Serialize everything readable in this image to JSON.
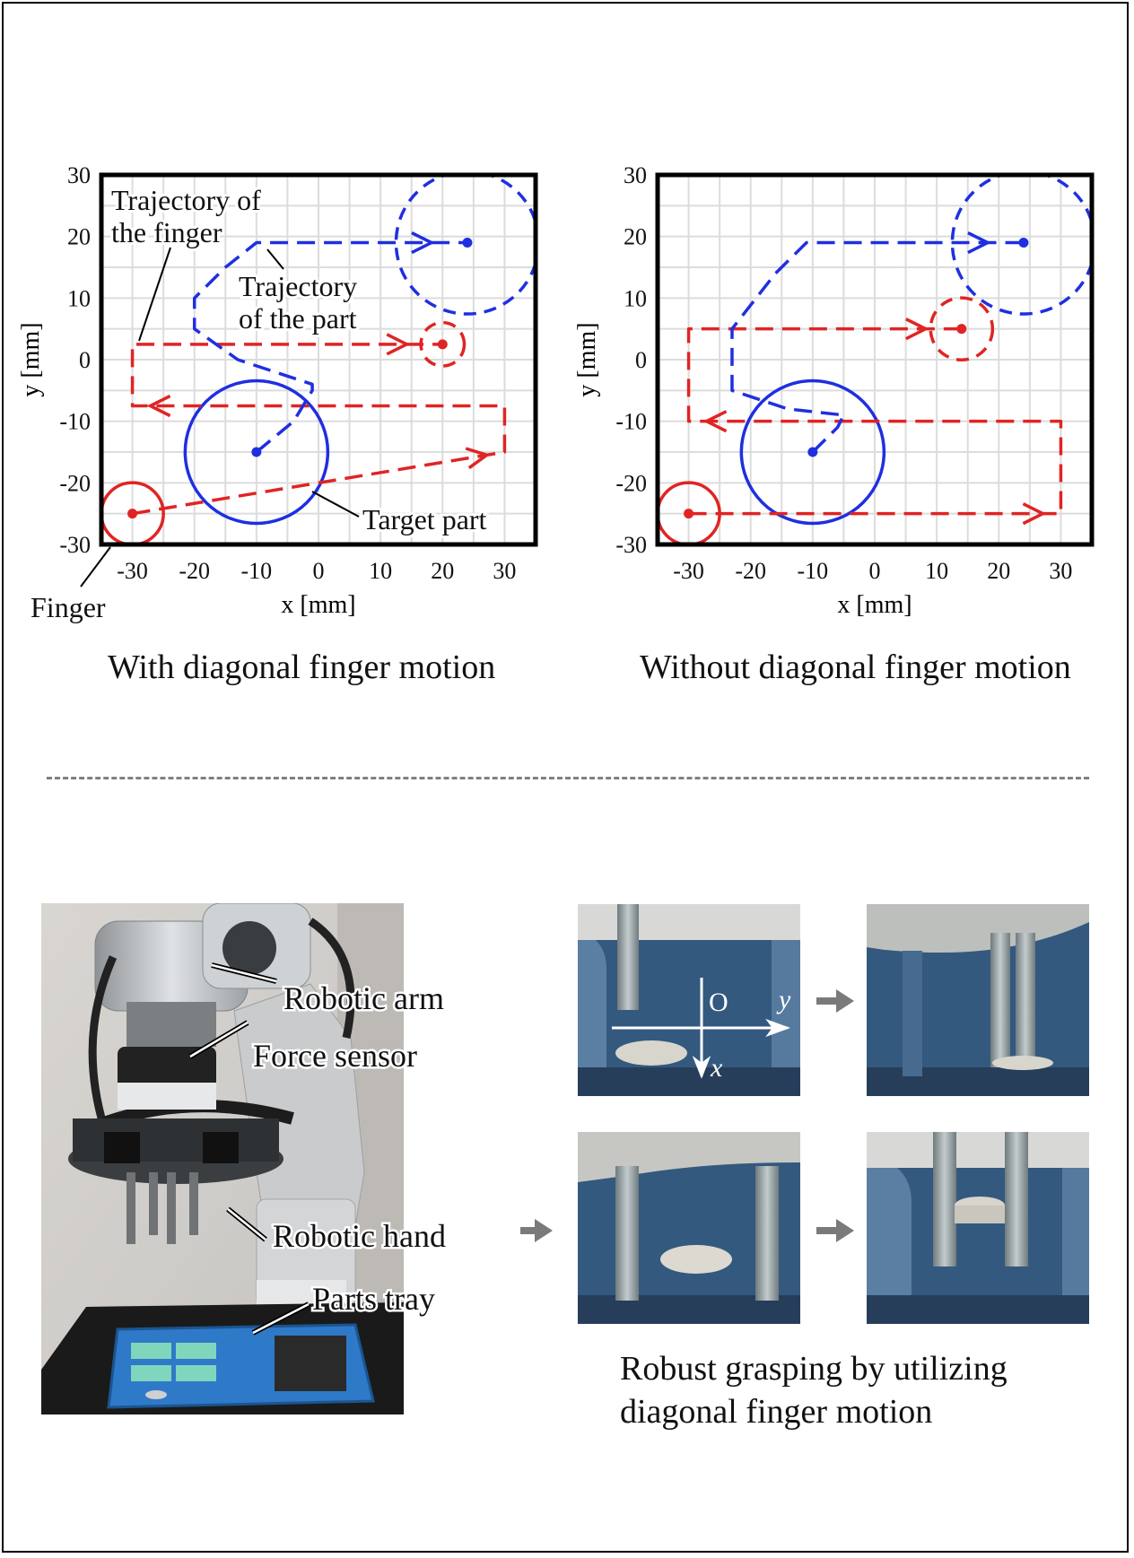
{
  "colors": {
    "finger": "#e02424",
    "part": "#1f2fe0",
    "grid": "#dcdcdc",
    "tray": "#2f5e95"
  },
  "chart_data": [
    {
      "type": "line",
      "title": "With diagonal finger motion",
      "xlabel": "x [mm]",
      "ylabel": "y [mm]",
      "xlim": [
        -35,
        35
      ],
      "ylim": [
        -30,
        30
      ],
      "xticks": [
        "-30",
        "-20",
        "-10",
        "0",
        "10",
        "20",
        "30"
      ],
      "yticks": [
        "30",
        "20",
        "10",
        "0",
        "-10",
        "-20",
        "-30"
      ],
      "grid": true,
      "series": [
        {
          "name": "Trajectory of the finger",
          "style": "red-dashed",
          "x": [
            -30,
            30,
            30,
            -30,
            -30,
            20
          ],
          "y": [
            -25,
            -15,
            -7.5,
            -7.5,
            2.5,
            2.5
          ]
        },
        {
          "name": "Trajectory of the part",
          "style": "blue-dashed",
          "x": [
            -10,
            -4,
            -1,
            -1,
            -13,
            -20,
            -20,
            -15,
            -10,
            24
          ],
          "y": [
            -15,
            -10,
            -5,
            -4,
            0,
            5,
            10,
            15,
            19,
            19
          ]
        }
      ],
      "circles": [
        {
          "role": "finger",
          "x": -30,
          "y": -25,
          "r": 5,
          "dash": "solid"
        },
        {
          "role": "finger",
          "x": 20,
          "y": 2.5,
          "r": 3.5,
          "dash": "dashed"
        },
        {
          "role": "part",
          "x": -10,
          "y": -15,
          "r": 11.5,
          "dash": "solid"
        },
        {
          "role": "part",
          "x": 24,
          "y": 19,
          "r": 11.5,
          "dash": "dashed"
        }
      ],
      "annotations": {
        "finger_traj": [
          "Trajectory of",
          "the finger"
        ],
        "part_traj": [
          "Trajectory",
          "of the part"
        ],
        "target": "Target part",
        "finger": "Finger"
      }
    },
    {
      "type": "line",
      "title": "Without diagonal finger motion",
      "xlabel": "x [mm]",
      "ylabel": "y [mm]",
      "xlim": [
        -35,
        35
      ],
      "ylim": [
        -30,
        30
      ],
      "xticks": [
        "-30",
        "-20",
        "-10",
        "0",
        "10",
        "20",
        "30"
      ],
      "yticks": [
        "30",
        "20",
        "10",
        "0",
        "-10",
        "-20",
        "-30"
      ],
      "grid": true,
      "series": [
        {
          "name": "",
          "style": "red-dashed",
          "x": [
            -30,
            30,
            30,
            -30,
            -30,
            14
          ],
          "y": [
            -25,
            -25,
            -10,
            -10,
            5,
            5
          ]
        },
        {
          "name": "",
          "style": "blue-dashed",
          "x": [
            -10,
            -6,
            -5,
            -14,
            -23,
            -23,
            -16,
            -11,
            24
          ],
          "y": [
            -15,
            -11,
            -9,
            -8,
            -5,
            5,
            14,
            19,
            19
          ]
        }
      ],
      "circles": [
        {
          "role": "finger",
          "x": -30,
          "y": -25,
          "r": 5,
          "dash": "solid"
        },
        {
          "role": "finger",
          "x": 14,
          "y": 5,
          "r": 5,
          "dash": "dashed"
        },
        {
          "role": "part",
          "x": -10,
          "y": -15,
          "r": 11.5,
          "dash": "solid"
        },
        {
          "role": "part",
          "x": 24,
          "y": 19,
          "r": 11.5,
          "dash": "dashed"
        }
      ]
    }
  ],
  "photos": {
    "robot_labels": [
      "Robotic arm",
      "Force sensor",
      "Robotic hand",
      "Parts tray"
    ],
    "axis_labels": {
      "origin": "O",
      "y": "y",
      "x": "x"
    },
    "grasp_caption": [
      "Robust grasping by utilizing",
      "diagonal finger motion"
    ]
  }
}
